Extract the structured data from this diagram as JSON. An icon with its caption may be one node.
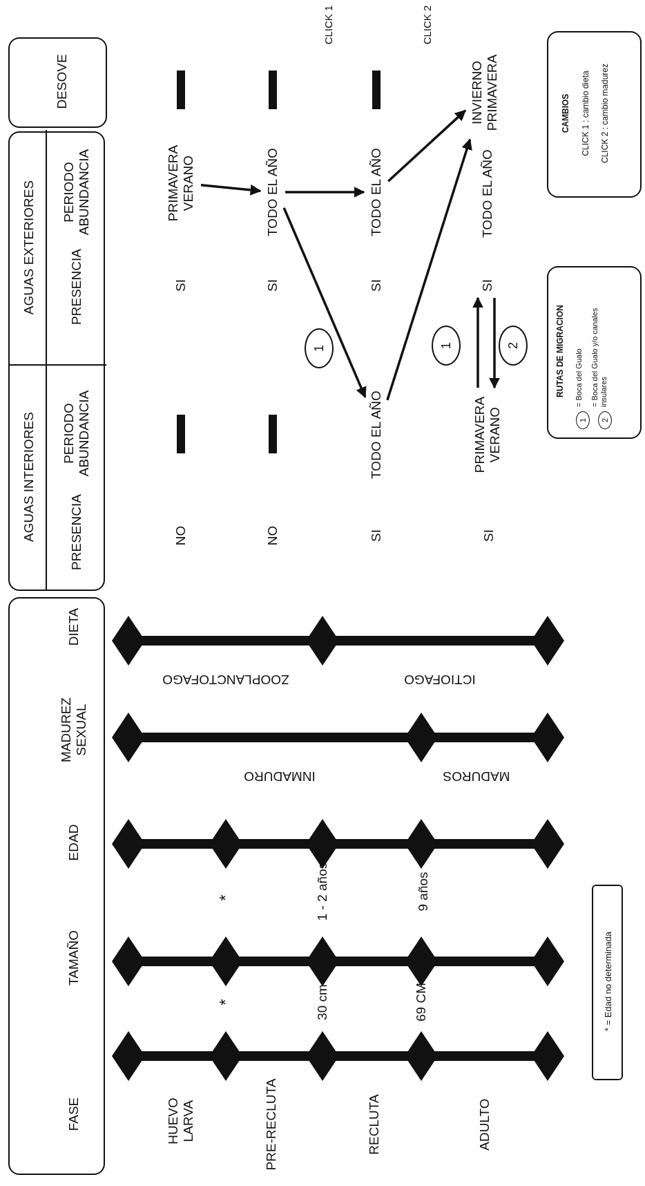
{
  "diagram": {
    "nodes": [
      {
        "text": [
          "FASE",
          "TAMAÑO",
          "EDAD",
          "MADUREZ SEXUAL",
          "DIETA"
        ]
      },
      {
        "text": [
          "AGUAS INTERIORES",
          "PRESENCIA",
          "PERIODO ABUNDANCIA",
          "AGUAS EXTERIORES",
          "PRESENCIA",
          "PERIODO ABUNDANCIA"
        ]
      },
      {
        "text": [
          "DESOVE"
        ]
      },
      {
        "text": [
          "PRIMAVERA VERANO"
        ]
      },
      {
        "text": [
          "TODO EL AÑO"
        ]
      },
      {
        "text": [
          "TODO EL AÑO"
        ]
      },
      {
        "text": [
          "TODO EL AÑO"
        ]
      },
      {
        "text": [
          "INVIERNO PRIMAVERA"
        ]
      },
      {
        "text": [
          "PRIMAVERA VERANO"
        ]
      },
      {
        "text": [
          "SI"
        ]
      },
      {
        "text": [
          "1"
        ]
      },
      {
        "text": [
          "1"
        ]
      },
      {
        "text": [
          "2"
        ]
      },
      {
        "text": [
          "RUTAS DE MIGRACION",
          "= Boca del Gualo",
          "= Boca del Gualo y/o canales insulares"
        ]
      },
      {
        "text": [
          "1"
        ],
        "in": 13
      },
      {
        "text": [
          "2"
        ],
        "in": 13
      },
      {
        "text": [
          "CAMBIOS",
          "CLICK 1 : cambio dieta",
          "CLICK 2 : cambio madurez"
        ]
      },
      {
        "text": [
          "* = Edad no determinada"
        ]
      }
    ],
    "edges": [
      {
        "from": 3,
        "to": 4,
        "arrow": "to"
      },
      {
        "from": 4,
        "to": 5,
        "arrow": "to"
      },
      {
        "from": 4,
        "to": 6,
        "arrow": "to"
      },
      {
        "from": 5,
        "to": 7,
        "arrow": "to"
      },
      {
        "from": 6,
        "to": 7,
        "arrow": "to"
      },
      {
        "from": 8,
        "to": 9,
        "arrow": "to"
      },
      {
        "from": 9,
        "to": 8,
        "arrow": "to"
      }
    ],
    "labels": [
      "HUEVO LARVA",
      "PRE-RECLUTA",
      "RECLUTA",
      "ADULTO",
      "*",
      "30 cm",
      "69 CM",
      "*",
      "1 - 2 años",
      "9 años",
      "INMADURO",
      "MADUROS",
      "ZOOPLANCTOFAGO",
      "ICTIOFAGO",
      "NO",
      "NO",
      "SI",
      "SI",
      "SI",
      "SI",
      "SI",
      "TODO EL AÑO",
      "CLICK 1",
      "CLICK 2"
    ]
  }
}
